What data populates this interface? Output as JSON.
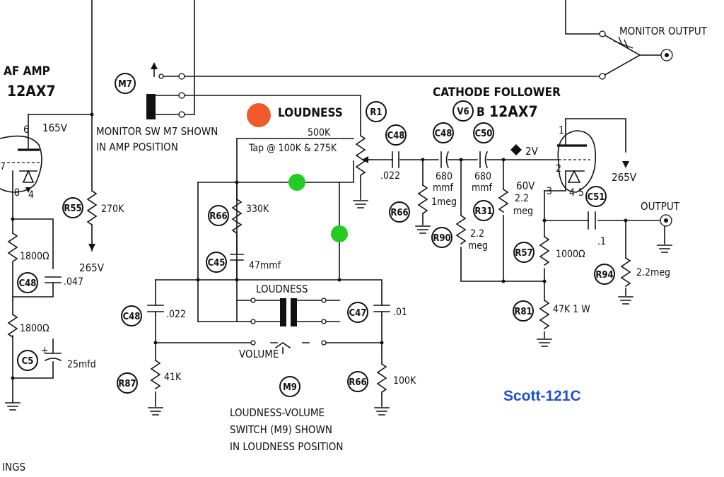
{
  "labels": {
    "af_amp": "AF AMP",
    "af_tube": "12AX7",
    "cathode_follower": "CATHODE FOLLOWER",
    "cf_tube": "12AX7",
    "cf_ref": "V6",
    "cf_b": "B",
    "monitor_output": "MONITOR OUTPUT",
    "output": "OUTPUT",
    "monitor_sw_line1": "MONITOR SW M7 SHOWN",
    "monitor_sw_line2": "IN AMP POSITION",
    "loudness_main": "LOUDNESS",
    "loudness_sw": "LOUDNESS",
    "volume": "VOLUME",
    "pot_value": "500K",
    "tap_note": "Tap @ 100K & 275K",
    "m9_line1": "LOUDNESS-VOLUME",
    "m9_line2": "SWITCH (M9) SHOWN",
    "m9_line3": "IN LOUDNESS POSITION",
    "bottom_left": "INGS",
    "title": "Scott-121C"
  },
  "refs": {
    "m7": "M7",
    "m9": "M9",
    "r1": "R1",
    "r55": "R55",
    "r66a": "R66",
    "r66b": "R66",
    "r66c": "R66",
    "r87": "R87",
    "r90": "R90",
    "r31": "R31",
    "r57": "R57",
    "r81": "R81",
    "r94": "R94",
    "c45": "C45",
    "c47": "C47",
    "c48a": "C48",
    "c48b": "C48",
    "c48c": "C48",
    "c48d": "C48",
    "c50": "C50",
    "c51": "C51",
    "c5": "C5"
  },
  "values": {
    "r55": "270K",
    "r66a": "330K",
    "r66c": "100K",
    "c45": "47mmf",
    "c48a": ".022",
    "c47": ".01",
    "r87": "41K",
    "c48c": ".022",
    "c48d_1": "680",
    "c48d_2": "mmf",
    "c50_1": "680",
    "c50_2": "mmf",
    "r66b": "1meg",
    "r90_1": "2.2",
    "r90_2": "meg",
    "r31_1": "2.2",
    "r31_2": "meg",
    "r57": "1000Ω",
    "r81": "47K 1 W",
    "c51": ".1",
    "r94": "2.2meg",
    "r1800a": "1800Ω",
    "r1800b": "1800Ω",
    "c48b": ".047",
    "c5": "25mfd"
  },
  "voltages": {
    "v165": "165V",
    "v265a": "265V",
    "v265b": "265V",
    "v2": "2V",
    "v60": "60V"
  },
  "pins": {
    "p6": "6",
    "p7": "7",
    "p8": "8",
    "p4": "4",
    "p1": "1",
    "p2": "2",
    "p3": "3",
    "p45": "4",
    "p5": "5"
  },
  "colors": {
    "marker_orange": "#f15a29",
    "marker_green": "#22cc22",
    "title_blue": "#1f4fd8"
  }
}
